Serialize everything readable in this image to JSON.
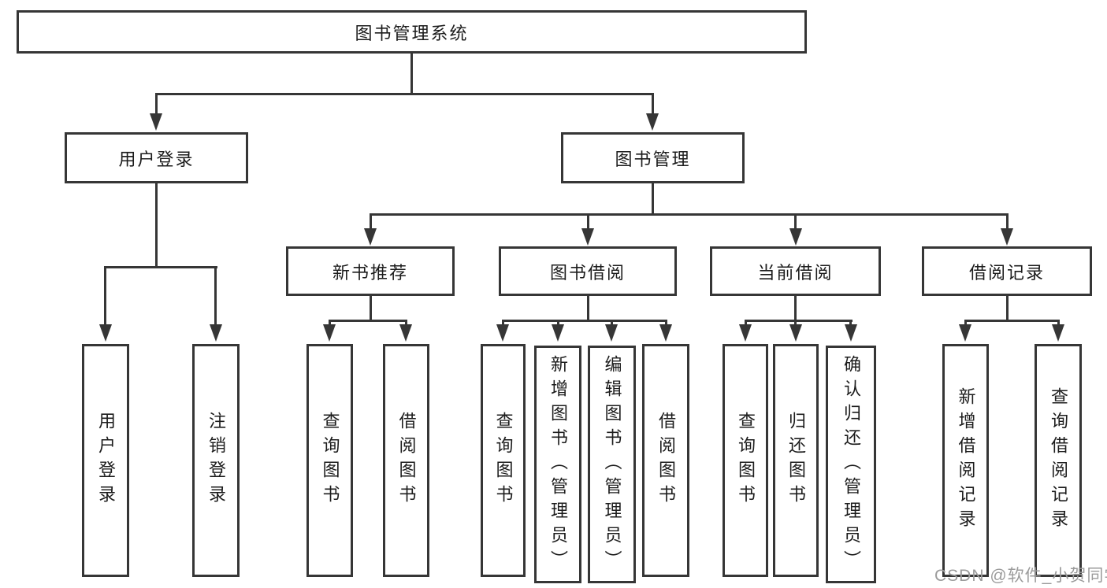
{
  "tree": {
    "label": "图书管理系统",
    "children": [
      {
        "label": "用户登录",
        "children": [
          {
            "label": "用户登录"
          },
          {
            "label": "注销登录"
          }
        ]
      },
      {
        "label": "图书管理",
        "children": [
          {
            "label": "新书推荐",
            "children": [
              {
                "label": "查询图书"
              },
              {
                "label": "借阅图书"
              }
            ]
          },
          {
            "label": "图书借阅",
            "children": [
              {
                "label": "查询图书"
              },
              {
                "label": "新增图书（管理员）"
              },
              {
                "label": "编辑图书（管理员）"
              },
              {
                "label": "借阅图书"
              }
            ]
          },
          {
            "label": "当前借阅",
            "children": [
              {
                "label": "查询图书"
              },
              {
                "label": "归还图书"
              },
              {
                "label": "确认归还（管理员）"
              }
            ]
          },
          {
            "label": "借阅记录",
            "children": [
              {
                "label": "新增借阅记录"
              },
              {
                "label": "查询借阅记录"
              }
            ]
          }
        ]
      }
    ]
  },
  "watermark": {
    "text": "CSDN @软件_小贺同学"
  },
  "colors": {
    "line": "#363636",
    "box_border": "#363636",
    "text": "#1c1c1c",
    "watermark": "#9b9b9b",
    "background": "#ffffff"
  }
}
